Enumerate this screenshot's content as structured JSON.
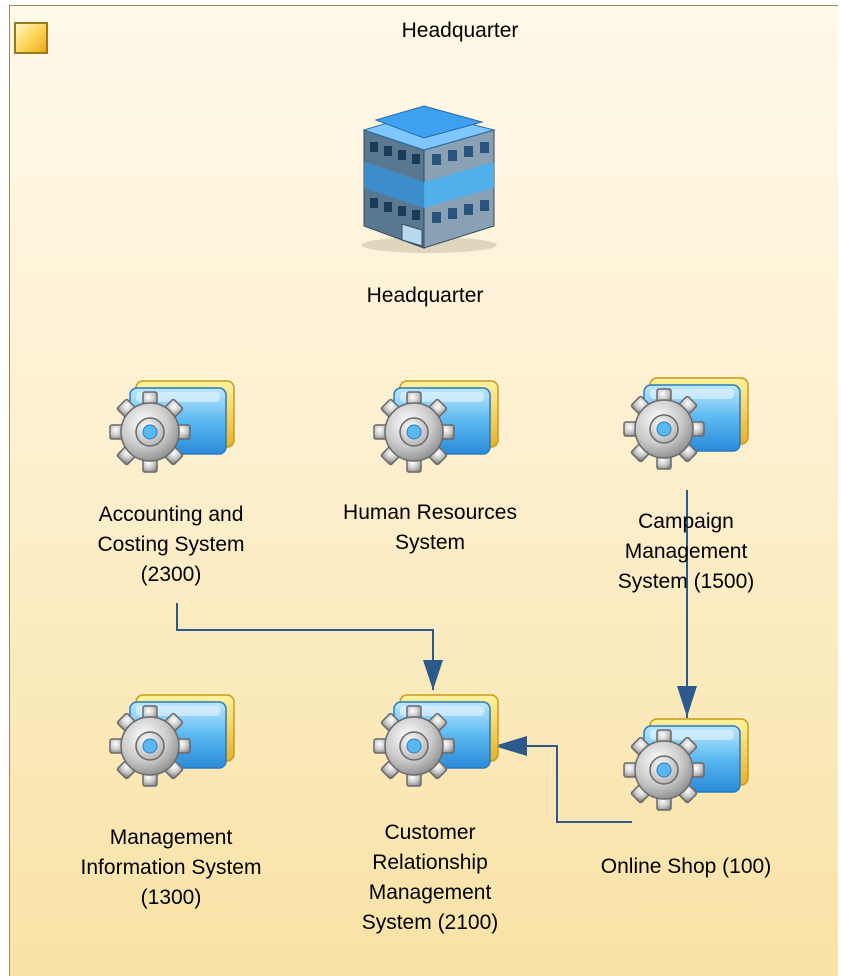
{
  "frame": {
    "title": "Headquarter"
  },
  "headquarter": {
    "label": "Headquarter",
    "icon": "office-building-icon"
  },
  "systems": {
    "accounting": {
      "lines": [
        "Accounting and",
        "Costing System",
        "(2300)"
      ],
      "icon": "application-gear-icon"
    },
    "hr": {
      "lines": [
        "Human Resources",
        "System"
      ],
      "icon": "application-gear-icon"
    },
    "campaign": {
      "lines": [
        "Campaign",
        "Management",
        "System (1500)"
      ],
      "icon": "application-gear-icon"
    },
    "mis": {
      "lines": [
        "Management",
        "Information System",
        "(1300)"
      ],
      "icon": "application-gear-icon"
    },
    "crm": {
      "lines": [
        "Customer",
        "Relationship",
        "Management",
        "System (2100)"
      ],
      "icon": "application-gear-icon"
    },
    "shop": {
      "lines": [
        "Online Shop (100)"
      ],
      "icon": "application-gear-icon"
    }
  },
  "colors": {
    "connector": "#2c5a8c",
    "frame_border": "#9a8a5a",
    "background_top": "#fff9ea",
    "background_bottom": "#f8e2a5"
  }
}
